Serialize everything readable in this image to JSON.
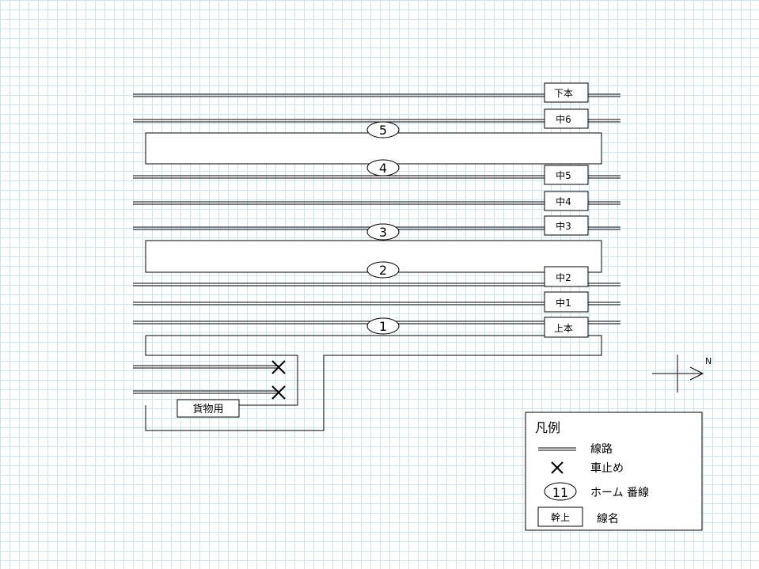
{
  "tracks": [
    {
      "id": "t-shimohon",
      "label": "下本"
    },
    {
      "id": "t-naka6",
      "label": "中6"
    },
    {
      "id": "t-naka5",
      "label": "中5"
    },
    {
      "id": "t-naka4",
      "label": "中4"
    },
    {
      "id": "t-naka3",
      "label": "中3"
    },
    {
      "id": "t-naka2",
      "label": "中2"
    },
    {
      "id": "t-naka1",
      "label": "中1"
    },
    {
      "id": "t-kamihon",
      "label": "上本"
    }
  ],
  "platforms": [
    "5",
    "4",
    "3",
    "2",
    "1"
  ],
  "freight_label": "貨物用",
  "compass": "N",
  "legend": {
    "title": "凡例",
    "track": "線路",
    "buffer_stop": "車止め",
    "platform_sample": "11",
    "platform": "ホーム 番線",
    "line_sample": "幹上",
    "line_name": "線名"
  },
  "colors": {
    "line": "#000000",
    "fill": "#ffffff",
    "grid": "#c9e4f5"
  }
}
